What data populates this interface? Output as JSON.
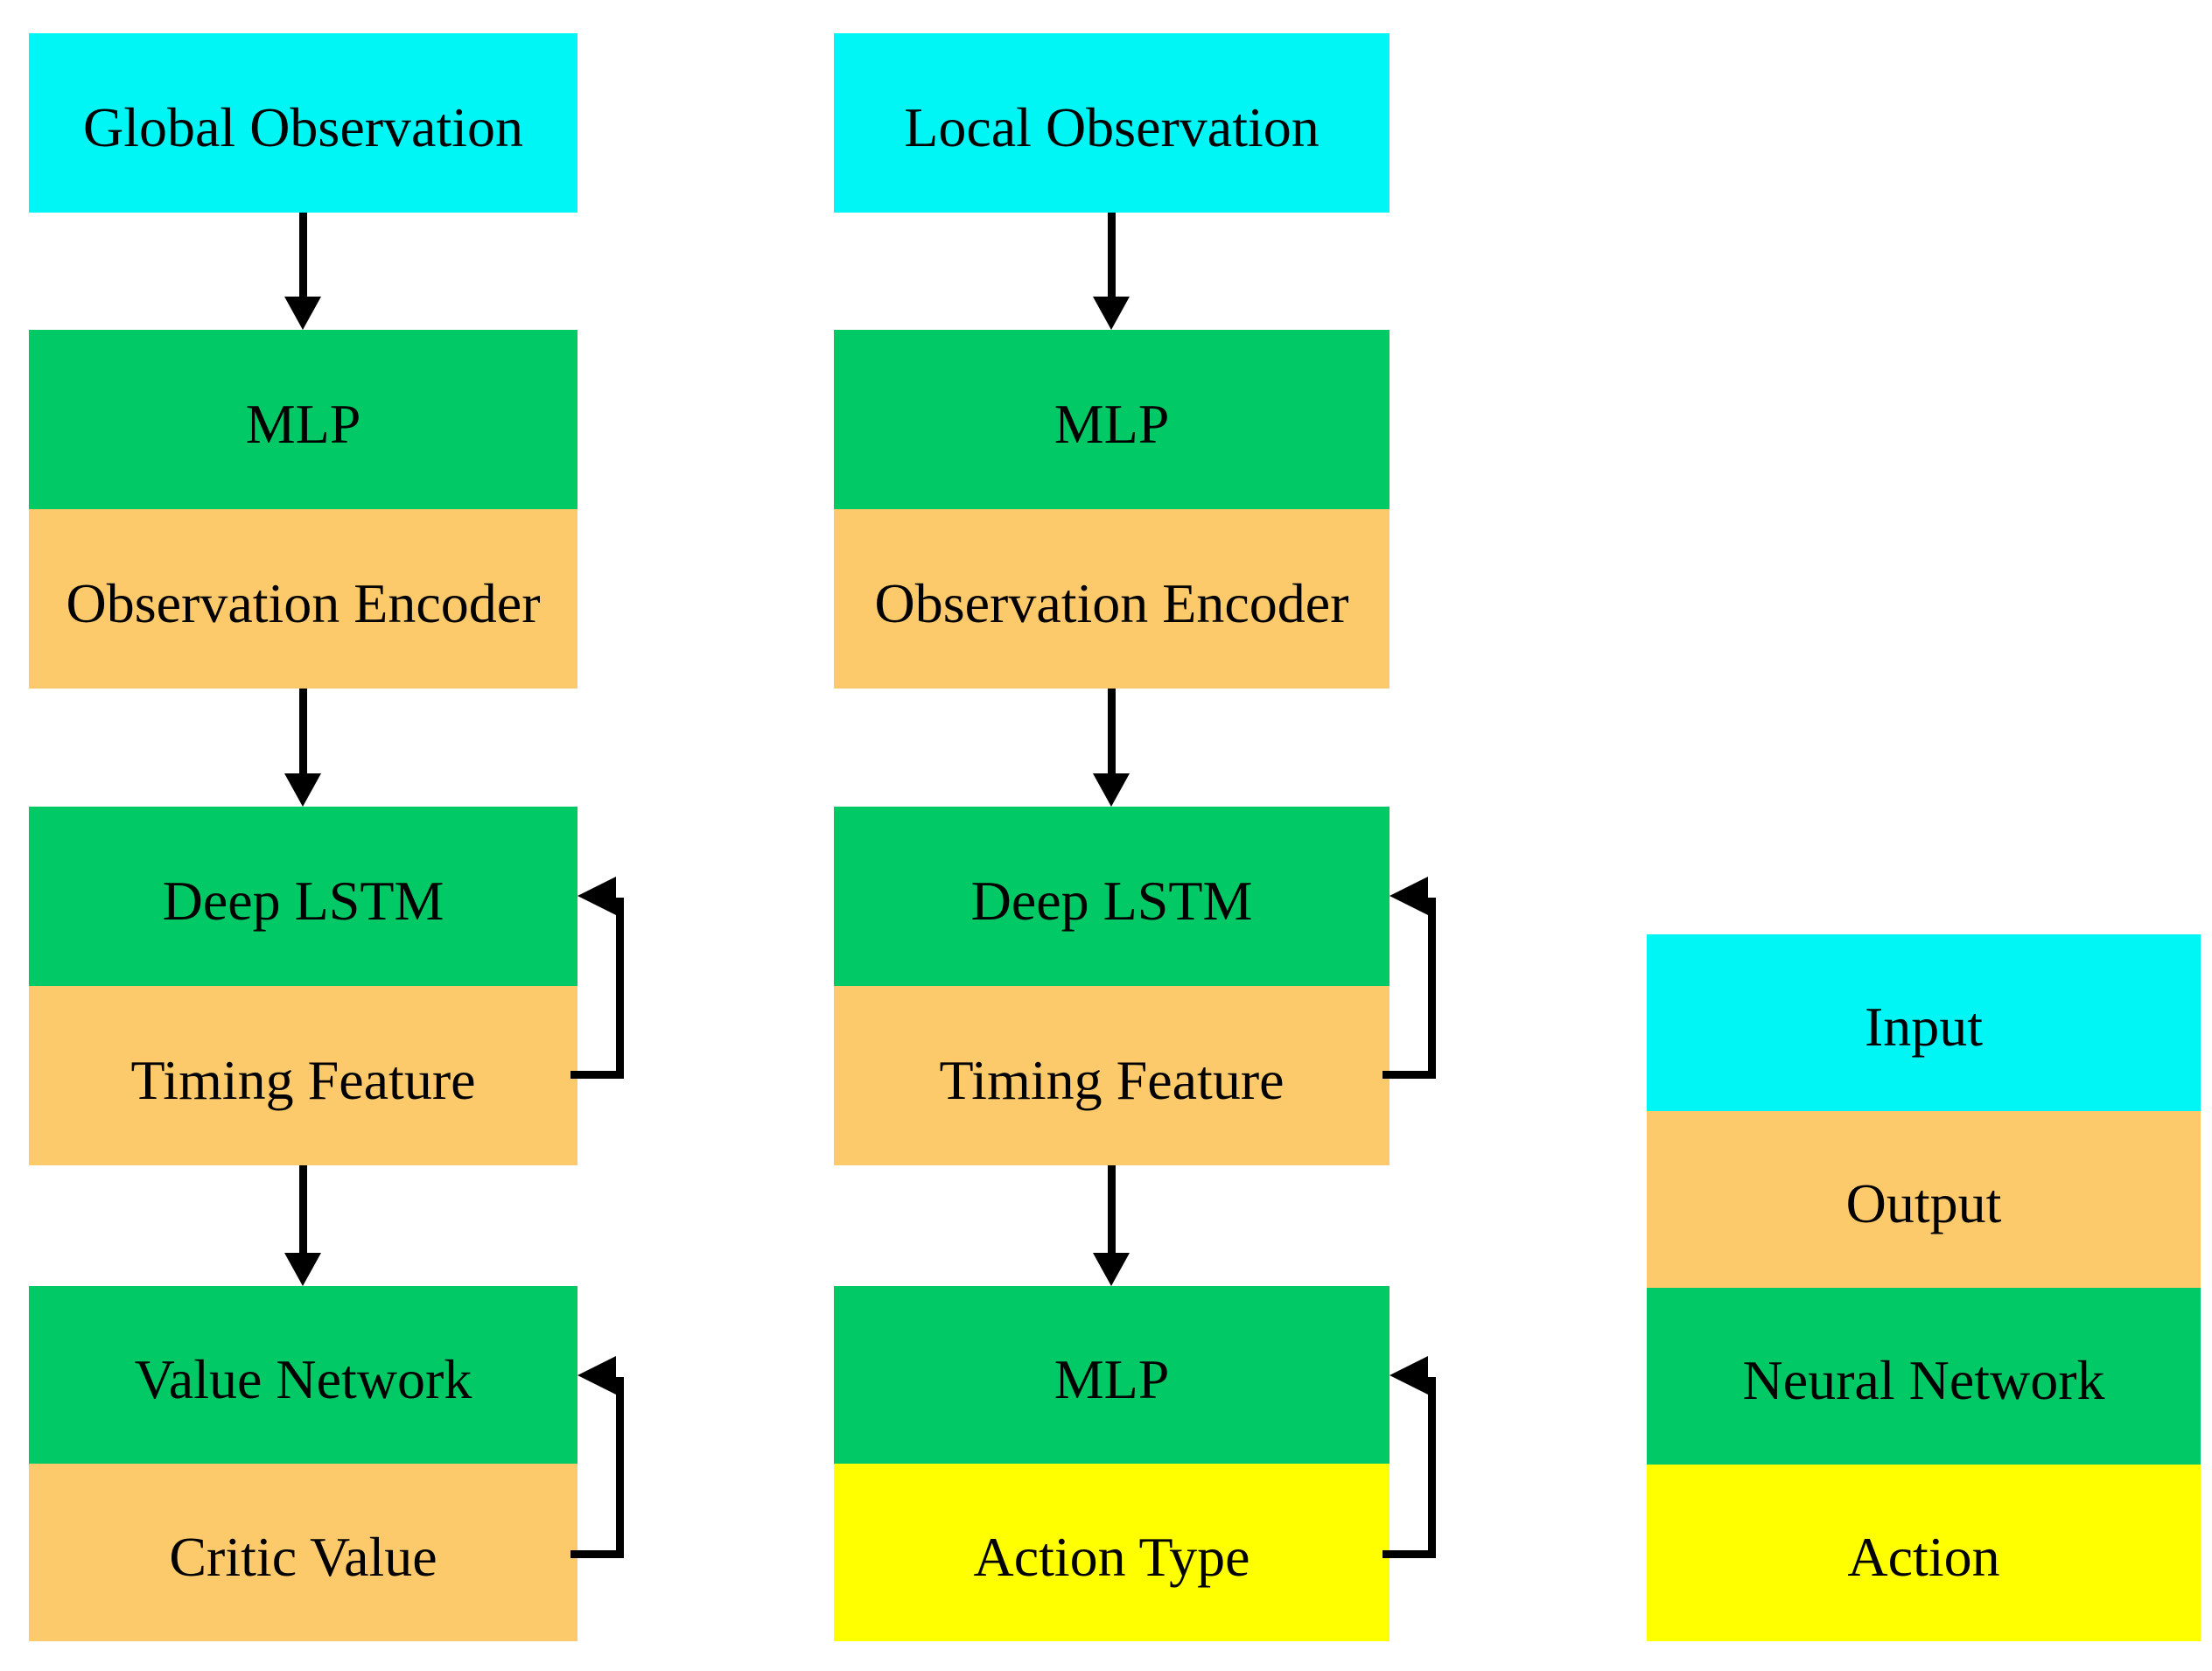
{
  "diagram": {
    "columns": [
      {
        "name": "critic-branch",
        "input": {
          "label": "Global Observation",
          "type": "input"
        },
        "stages": [
          {
            "top": {
              "label": "MLP",
              "type": "network"
            },
            "bottom": {
              "label": "Observation Encoder",
              "type": "output"
            },
            "recurrent_loop": false
          },
          {
            "top": {
              "label": "Deep LSTM",
              "type": "network"
            },
            "bottom": {
              "label": "Timing Feature",
              "type": "output"
            },
            "recurrent_loop": true
          },
          {
            "top": {
              "label": "Value Network",
              "type": "network"
            },
            "bottom": {
              "label": "Critic Value",
              "type": "output"
            },
            "recurrent_loop": true
          }
        ]
      },
      {
        "name": "actor-branch",
        "input": {
          "label": "Local Observation",
          "type": "input"
        },
        "stages": [
          {
            "top": {
              "label": "MLP",
              "type": "network"
            },
            "bottom": {
              "label": "Observation Encoder",
              "type": "output"
            },
            "recurrent_loop": false
          },
          {
            "top": {
              "label": "Deep LSTM",
              "type": "network"
            },
            "bottom": {
              "label": "Timing Feature",
              "type": "output"
            },
            "recurrent_loop": true
          },
          {
            "top": {
              "label": "MLP",
              "type": "network"
            },
            "bottom": {
              "label": "Action Type",
              "type": "action"
            },
            "recurrent_loop": true
          }
        ]
      }
    ],
    "legend": {
      "items": [
        {
          "label": "Input",
          "type": "input"
        },
        {
          "label": "Output",
          "type": "output"
        },
        {
          "label": "Neural Network",
          "type": "network"
        },
        {
          "label": "Action",
          "type": "action"
        }
      ]
    },
    "colors": {
      "input": "#00F5F5",
      "output": "#FCCA6B",
      "network": "#00C965",
      "action": "#FFFF00",
      "arrow": "#000000",
      "text": "#000000",
      "background": "#FFFFFF"
    }
  }
}
